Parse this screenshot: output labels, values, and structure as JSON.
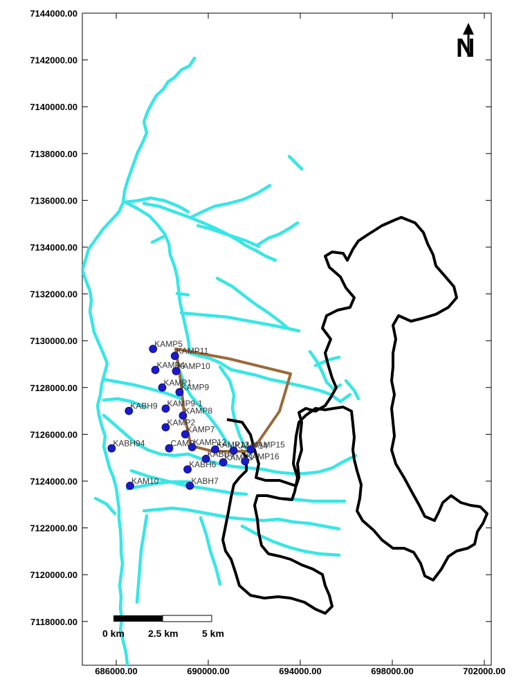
{
  "map": {
    "x_ticks": [
      "686000.00",
      "690000.00",
      "694000.00",
      "698000.00",
      "702000.00"
    ],
    "y_ticks": [
      "7144000.00",
      "7142000.00",
      "7140000.00",
      "7138000.00",
      "7136000.00",
      "7134000.00",
      "7132000.00",
      "7130000.00",
      "7128000.00",
      "7126000.00",
      "7124000.00",
      "7122000.00",
      "7120000.00",
      "7118000.00"
    ],
    "north_arrow": {
      "letter": "N",
      "icon": "north-arrow-icon"
    },
    "scale_bar": {
      "labels": [
        "0 km",
        "2.5 km",
        "5 km"
      ]
    },
    "colors": {
      "rivers": "#38e6e6",
      "boundary": "#000000",
      "study_area": "#9a6a3a",
      "sites": "#1a1acc"
    },
    "sites": [
      {
        "name": "KAMP5",
        "x": 687600,
        "y": 7129650
      },
      {
        "name": "KAMP11",
        "x": 688550,
        "y": 7129350
      },
      {
        "name": "KAMP4",
        "x": 687700,
        "y": 7128750
      },
      {
        "name": "KAMP10",
        "x": 688600,
        "y": 7128700
      },
      {
        "name": "KAMP1",
        "x": 688000,
        "y": 7128000
      },
      {
        "name": "KAMP9",
        "x": 688750,
        "y": 7127800
      },
      {
        "name": "KABH9",
        "x": 686550,
        "y": 7127000
      },
      {
        "name": "KAMP9-1",
        "x": 688150,
        "y": 7127100
      },
      {
        "name": "KAMP8",
        "x": 688900,
        "y": 7126800
      },
      {
        "name": "KAMP2",
        "x": 688150,
        "y": 7126300
      },
      {
        "name": "KAMP7",
        "x": 689000,
        "y": 7126000
      },
      {
        "name": "KABH94",
        "x": 685800,
        "y": 7125400
      },
      {
        "name": "CAMP",
        "x": 688300,
        "y": 7125400
      },
      {
        "name": "KAMP12",
        "x": 689300,
        "y": 7125450
      },
      {
        "name": "KAMP13",
        "x": 690300,
        "y": 7125350
      },
      {
        "name": "KAMP14",
        "x": 691100,
        "y": 7125300
      },
      {
        "name": "KAMP15",
        "x": 691850,
        "y": 7125350
      },
      {
        "name": "KAMP16",
        "x": 691600,
        "y": 7124850
      },
      {
        "name": "KAMP3",
        "x": 690650,
        "y": 7124800
      },
      {
        "name": "KABH8",
        "x": 689900,
        "y": 7124950
      },
      {
        "name": "KABH6",
        "x": 689100,
        "y": 7124500
      },
      {
        "name": "KAM10",
        "x": 686600,
        "y": 7123800
      },
      {
        "name": "KABH7",
        "x": 689200,
        "y": 7123800
      }
    ]
  }
}
